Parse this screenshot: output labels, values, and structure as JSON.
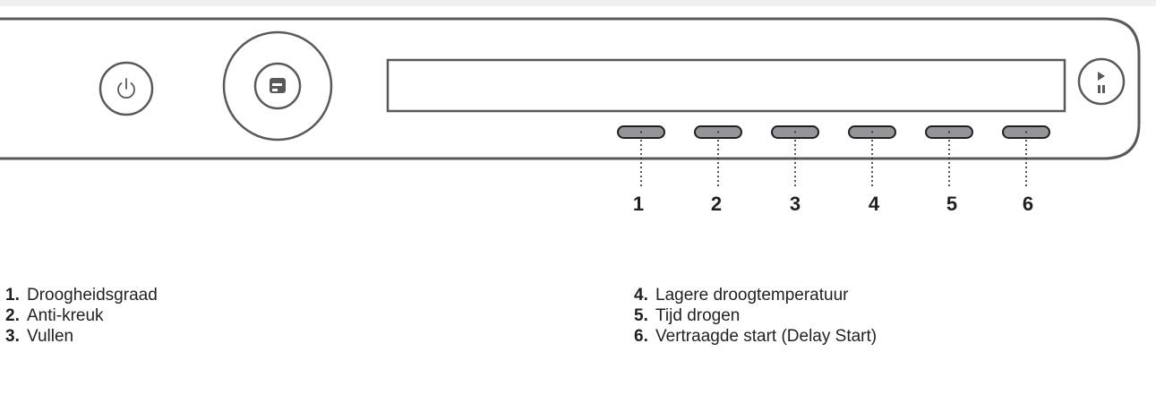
{
  "callouts": [
    "1",
    "2",
    "3",
    "4",
    "5",
    "6"
  ],
  "legend": [
    {
      "num": "1.",
      "label": "Droogheidsgraad"
    },
    {
      "num": "2.",
      "label": "Anti-kreuk"
    },
    {
      "num": "3.",
      "label": "Vullen"
    },
    {
      "num": "4.",
      "label": "Lagere droogtemperatuur"
    },
    {
      "num": "5.",
      "label": "Tijd drogen"
    },
    {
      "num": "6.",
      "label": "Vertraagde start (Delay Start)"
    }
  ],
  "colors": {
    "outline": "#58595b",
    "button_fill": "#939598",
    "text": "#231f20"
  },
  "icons": [
    "power-icon",
    "program-selector-icon",
    "play-pause-icon"
  ]
}
